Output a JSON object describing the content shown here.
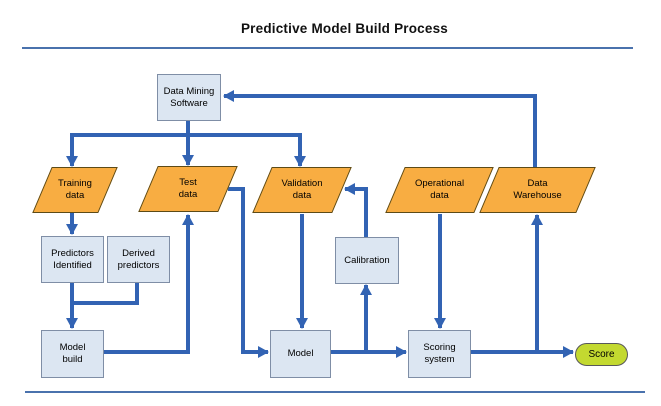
{
  "title": "Predictive Model Build Process",
  "nodes": {
    "data_mining_software": {
      "label": "Data Mining\nSoftware",
      "type": "process"
    },
    "training_data": {
      "label": "Training\ndata",
      "type": "data"
    },
    "test_data": {
      "label": "Test\ndata",
      "type": "data"
    },
    "validation_data": {
      "label": "Validation\ndata",
      "type": "data"
    },
    "operational_data": {
      "label": "Operational\ndata",
      "type": "data"
    },
    "data_warehouse": {
      "label": "Data\nWarehouse",
      "type": "data"
    },
    "predictors_identified": {
      "label": "Predictors\nIdentified",
      "type": "process"
    },
    "derived_predictors": {
      "label": "Derived\npredictors",
      "type": "process"
    },
    "calibration": {
      "label": "Calibration",
      "type": "process"
    },
    "model_build": {
      "label": "Model\nbuild",
      "type": "process"
    },
    "model": {
      "label": "Model",
      "type": "process"
    },
    "scoring_system": {
      "label": "Scoring\nsystem",
      "type": "process"
    },
    "score": {
      "label": "Score",
      "type": "terminator"
    }
  },
  "edges": [
    {
      "from": "data_warehouse",
      "to": "data_mining_software"
    },
    {
      "from": "data_mining_software",
      "to": "training_data"
    },
    {
      "from": "data_mining_software",
      "to": "test_data"
    },
    {
      "from": "data_mining_software",
      "to": "validation_data"
    },
    {
      "from": "training_data",
      "to": "predictors_identified"
    },
    {
      "from": "predictors_identified",
      "to": "model_build"
    },
    {
      "from": "derived_predictors",
      "to": "model_build"
    },
    {
      "from": "model_build",
      "to": "test_data"
    },
    {
      "from": "test_data",
      "to": "model"
    },
    {
      "from": "validation_data",
      "to": "model"
    },
    {
      "from": "model",
      "to": "scoring_system"
    },
    {
      "from": "model",
      "to": "calibration"
    },
    {
      "from": "calibration",
      "to": "validation_data"
    },
    {
      "from": "operational_data",
      "to": "scoring_system"
    },
    {
      "from": "scoring_system",
      "to": "score"
    },
    {
      "from": "scoring_system",
      "to": "data_warehouse"
    }
  ],
  "colors": {
    "arrow": "#3263b3",
    "rule": "#4a72ad",
    "process_fill": "#dce6f2",
    "process_border": "#7f8ea6",
    "data_fill": "#f8ad42",
    "data_border": "#5c4a17",
    "terminator_fill": "#c3d930",
    "background": "#ffffff"
  }
}
